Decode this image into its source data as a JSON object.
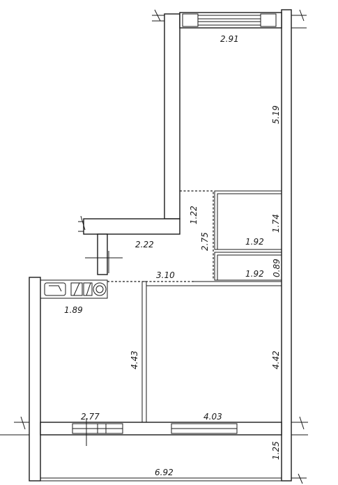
{
  "dimensions": {
    "room_top_width": "2.91",
    "room_top_length": "5.19",
    "corridor_depth": "1.22",
    "corridor_length": "2.75",
    "corridor_width": "2.22",
    "bath_length": "1.74",
    "bath_width": "1.92",
    "wc_width": "1.92",
    "wc_length": "0.89",
    "hall_width": "3.10",
    "kitchen_strip": "1.89",
    "kitchen_length": "4.43",
    "room_right_length": "4.42",
    "kitchen_width": "2.77",
    "room_right_width": "4.03",
    "balcony_depth": "1.25",
    "balcony_length": "6.92"
  }
}
